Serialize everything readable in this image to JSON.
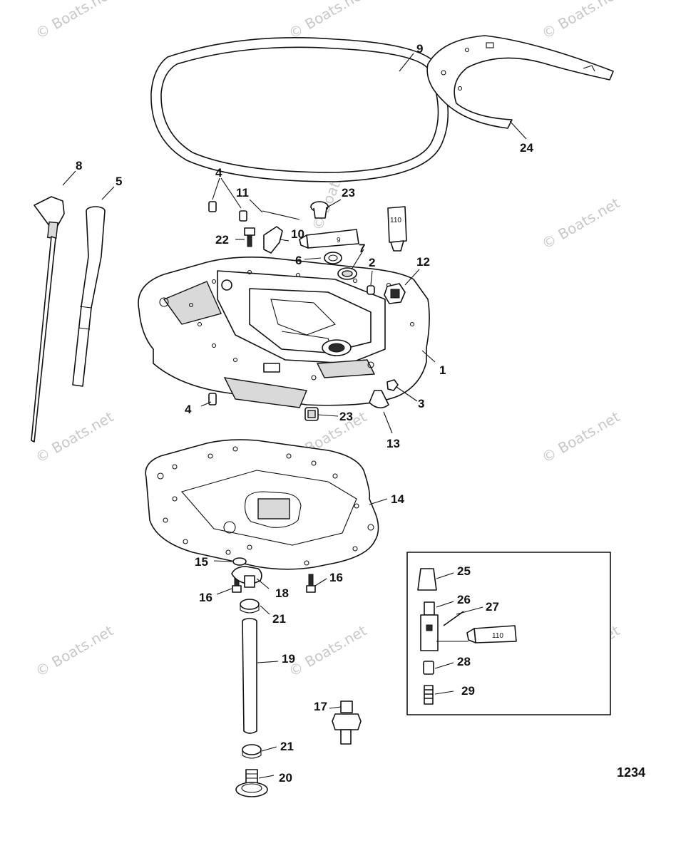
{
  "diagram": {
    "page_number": "1234",
    "watermark": "© Boats.net",
    "tube_labels": {
      "tube_9": "9",
      "tube_110_top": "110",
      "tube_110_inset": "110"
    },
    "callouts": {
      "c1": "1",
      "c2": "2",
      "c3": "3",
      "c4a": "4",
      "c4b": "4",
      "c5": "5",
      "c6": "6",
      "c7": "7",
      "c8": "8",
      "c9": "9",
      "c10": "10",
      "c11": "11",
      "c12": "12",
      "c13": "13",
      "c14": "14",
      "c15": "15",
      "c16a": "16",
      "c16b": "16",
      "c17": "17",
      "c18": "18",
      "c19": "19",
      "c20": "20",
      "c21a": "21",
      "c21b": "21",
      "c22": "22",
      "c23a": "23",
      "c23b": "23",
      "c24": "24",
      "c25": "25",
      "c26": "26",
      "c27": "27",
      "c28": "28",
      "c29": "29"
    }
  }
}
